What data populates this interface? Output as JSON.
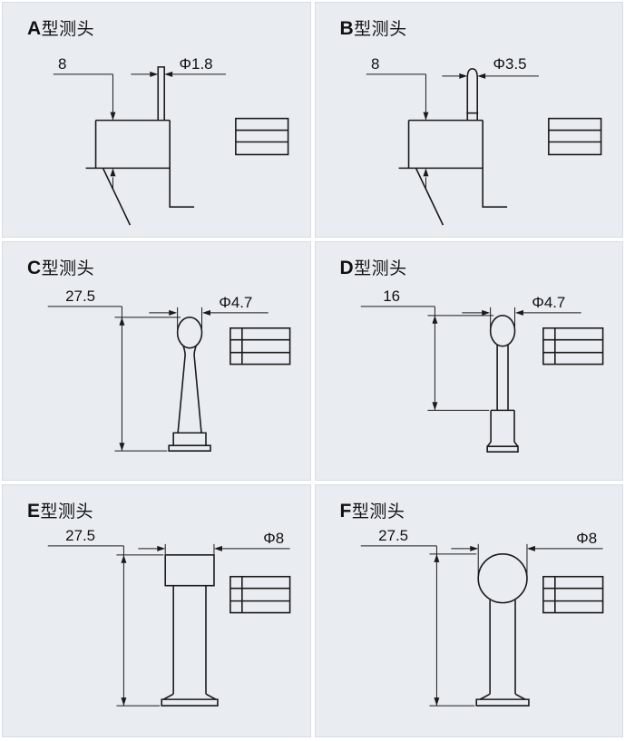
{
  "colors": {
    "sheet-bg": "#ffffff",
    "panel-bg": "#e9edf2",
    "line": "#1a1a1a",
    "text": "#111111"
  },
  "panels": [
    {
      "letter": "A",
      "suffix": "型测头",
      "length": "8",
      "diameter": "Φ1.8"
    },
    {
      "letter": "B",
      "suffix": "型测头",
      "length": "8",
      "diameter": "Φ3.5"
    },
    {
      "letter": "C",
      "suffix": "型测头",
      "length": "27.5",
      "diameter": "Φ4.7"
    },
    {
      "letter": "D",
      "suffix": "型测头",
      "length": "16",
      "diameter": "Φ4.7"
    },
    {
      "letter": "E",
      "suffix": "型测头",
      "length": "27.5",
      "diameter": "Φ8"
    },
    {
      "letter": "F",
      "suffix": "型测头",
      "length": "27.5",
      "diameter": "Φ8"
    }
  ]
}
